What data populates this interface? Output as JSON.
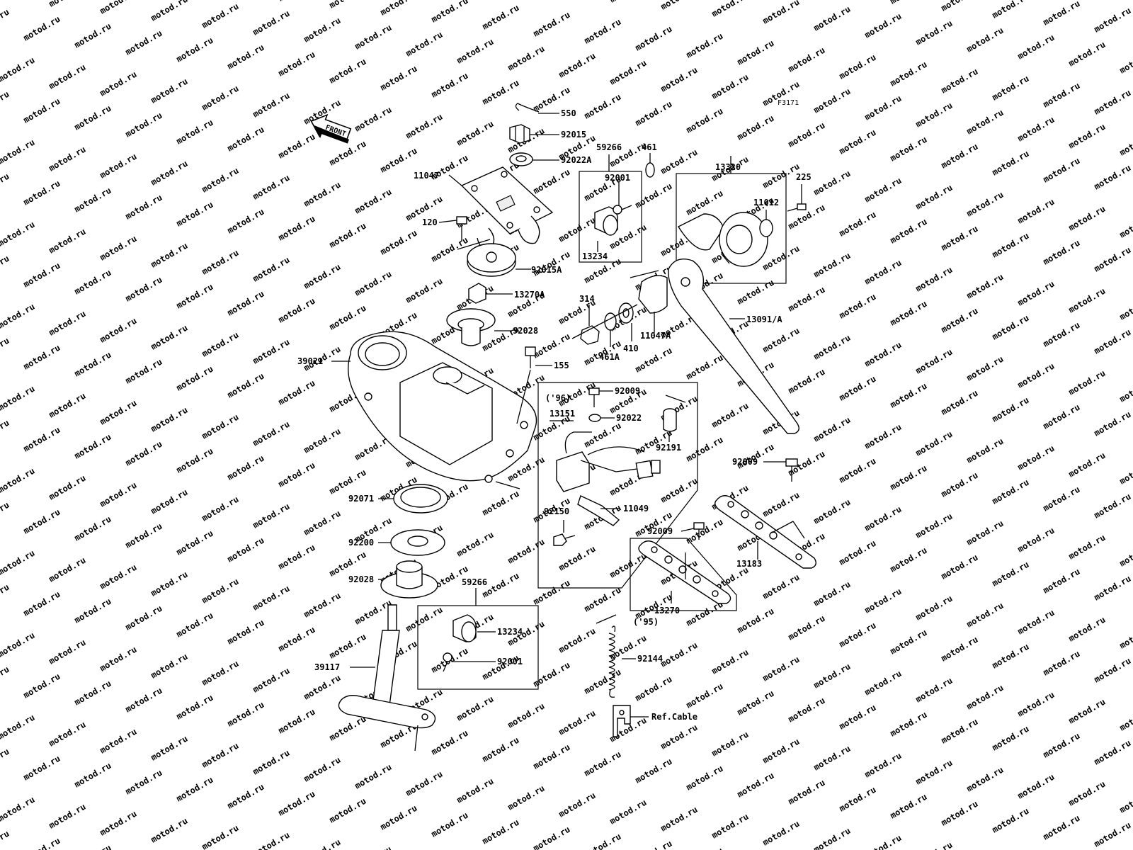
{
  "figure_code": "F3171",
  "front_label": "FRONT",
  "watermark": "motod.ru",
  "labels": {
    "p550": "550",
    "p92015": "92015",
    "p92022A": "92022A",
    "p11047": "11047",
    "p120": "120",
    "p92015A": "92015A",
    "p13270A": "13270A",
    "p92028_top": "92028",
    "p39021": "39021",
    "p155": "155",
    "p92071": "92071",
    "p92200": "92200",
    "p92028_bot": "92028",
    "p39117": "39117",
    "p59266_top": "59266",
    "p92001_top": "92001",
    "p13234_top": "13234",
    "p461": "461",
    "p314": "314",
    "p461A": "461A",
    "p410": "410",
    "p11047A": "11047A",
    "p13320": "13320",
    "p11012": "11012",
    "p225": "225",
    "p13091A": "13091/A",
    "p92009_a": "92009",
    "p96": "('96)",
    "p92022": "92022",
    "p13151": "13151",
    "p92191": "92191",
    "p11049": "11049",
    "p92150": "92150",
    "p92009_b": "92009",
    "p13183": "13183",
    "p92009_c": "92009",
    "p13270": "13270",
    "p95": "('95)",
    "p59266_bot": "59266",
    "p13234_bot": "13234",
    "p92001_bot": "92001",
    "p92144": "92144",
    "pRefCable": "Ref.Cable"
  }
}
